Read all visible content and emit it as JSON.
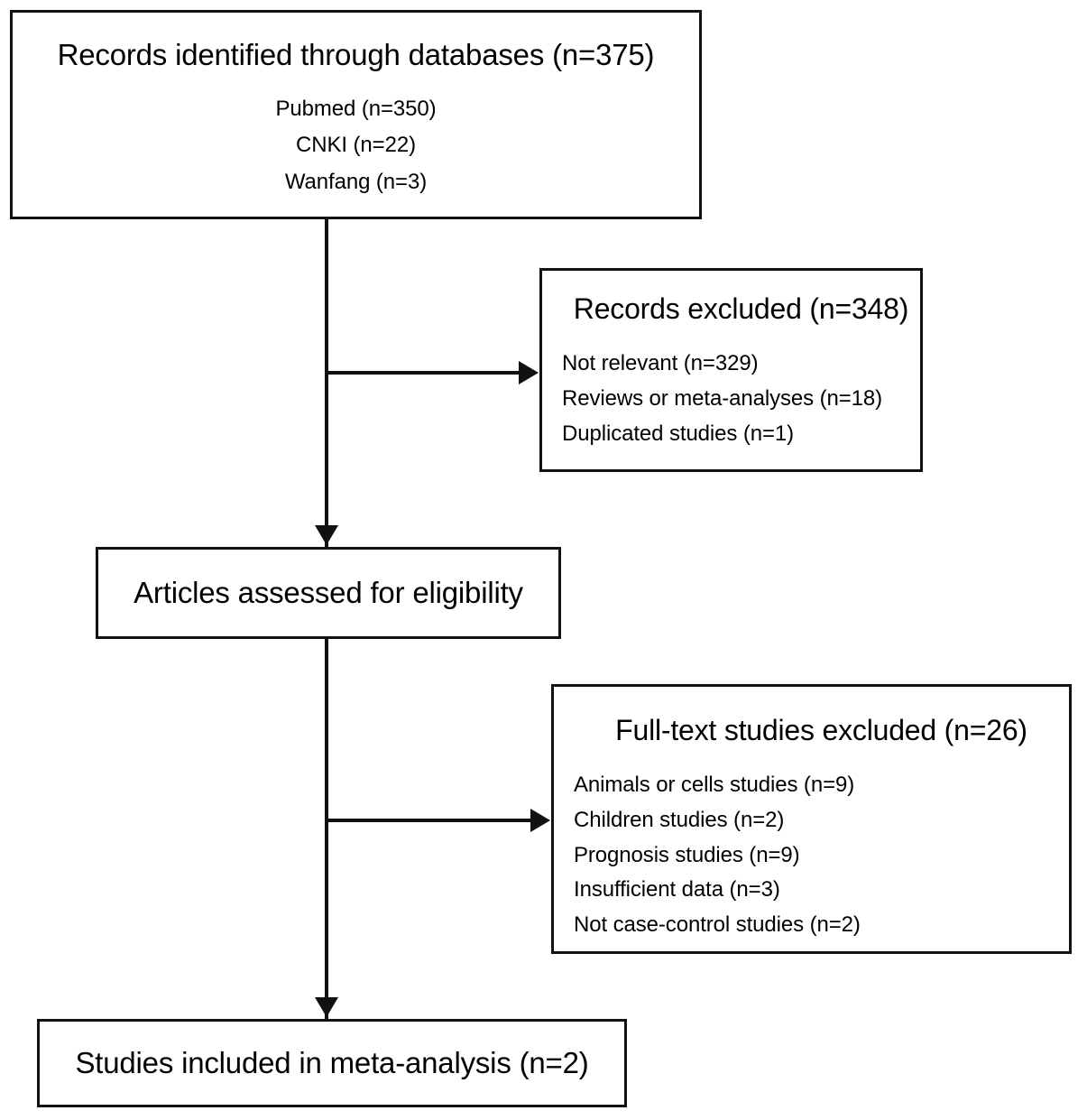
{
  "diagram": {
    "type": "prisma-flow-diagram",
    "stroke_color": "#111111",
    "background_color": "#ffffff",
    "boxes": {
      "identification": {
        "title": "Records identified through databases (n=375)",
        "items": [
          "Pubmed (n=350)",
          "CNKI (n=22)",
          "Wanfang (n=3)"
        ]
      },
      "records_excluded": {
        "title": "Records excluded (n=348)",
        "items": [
          "Not relevant (n=329)",
          "Reviews or meta-analyses (n=18)",
          "Duplicated studies (n=1)"
        ]
      },
      "eligibility": {
        "title": "Articles assessed for eligibility",
        "items": []
      },
      "fulltext_excluded": {
        "title": "Full-text studies excluded (n=26)",
        "items": [
          "Animals or cells studies (n=9)",
          "Children studies (n=2)",
          "Prognosis studies (n=9)",
          "Insufficient data (n=3)",
          "Not case-control studies (n=2)"
        ]
      },
      "included": {
        "title": "Studies included in meta-analysis (n=2)",
        "items": []
      }
    }
  }
}
